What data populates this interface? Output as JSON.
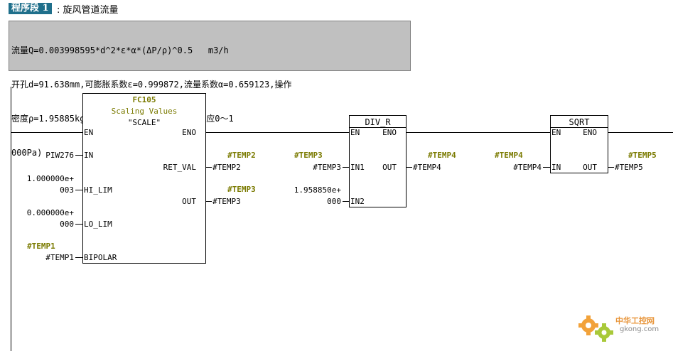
{
  "network": {
    "tag": "程序段 1",
    "separator": ":",
    "title": "旋风管道流量"
  },
  "comment": {
    "lines": [
      "流量Q=0.003998595*d^2*ε*α*(ΔP/ρ)^0.5   m3/h",
      "开孔d=91.638mm,可膨胀系数ε=0.999872,流量系数α=0.659123,操作",
      "密度ρ=1.95885kg/m3,ΔP=差压 Pa (4～20mA对应0～1",
      "000Pa)"
    ]
  },
  "fc105": {
    "name": "FC105",
    "desc1": "Scaling Values",
    "desc2": "\"SCALE\"",
    "pin_en": "EN",
    "pin_eno": "ENO",
    "pin_in": "IN",
    "pin_hi": "HI_LIM",
    "pin_lo": "LO_LIM",
    "pin_bipolar": "BIPOLAR",
    "pin_ret": "RET_VAL",
    "pin_out": "OUT",
    "in_val": "PIW276",
    "hi_val_1": "1.000000e+",
    "hi_val_2": "003",
    "lo_val_1": "0.000000e+",
    "lo_val_2": "000",
    "bip_sym": "#TEMP1",
    "bip_val": "#TEMP1",
    "ret_sym": "#TEMP2",
    "ret_val": "#TEMP2",
    "out_sym": "#TEMP3",
    "out_val": "#TEMP3"
  },
  "div": {
    "name": "DIV_R",
    "pin_en": "EN",
    "pin_eno": "ENO",
    "pin_in1": "IN1",
    "pin_in2": "IN2",
    "pin_out": "OUT",
    "in1_sym": "#TEMP3",
    "in1_val": "#TEMP3",
    "in2_val_1": "1.958850e+",
    "in2_val_2": "000",
    "out_sym": "#TEMP4",
    "out_val": "#TEMP4"
  },
  "sqrt": {
    "name": "SQRT",
    "pin_en": "EN",
    "pin_eno": "ENO",
    "pin_in": "IN",
    "pin_out": "OUT",
    "in_sym": "#TEMP4",
    "in_val": "#TEMP4",
    "out_sym": "#TEMP5",
    "out_val": "#TEMP5"
  },
  "watermark": {
    "text1": "中华工控网",
    "text2": "gkong.com"
  },
  "colors": {
    "tag_bg": "#1f6f8b",
    "comment_bg": "#c0c0c0",
    "symbol": "#7a7a00"
  }
}
